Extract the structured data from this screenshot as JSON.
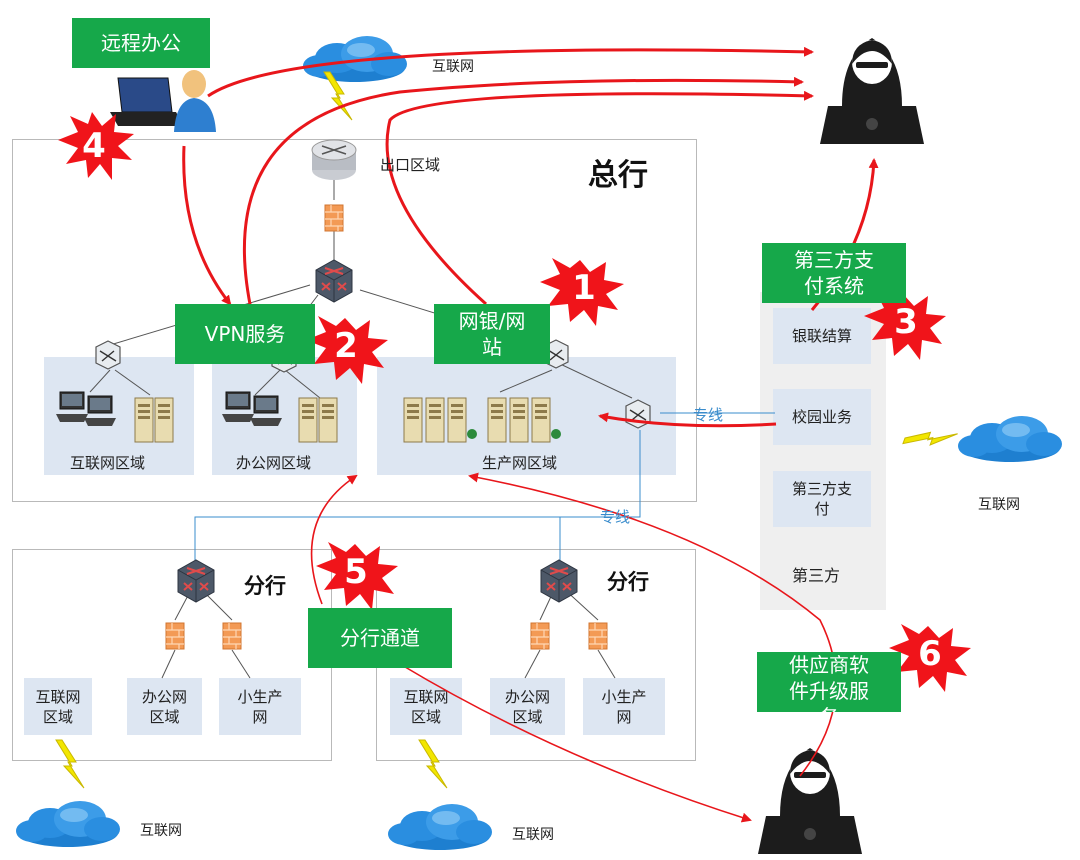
{
  "labels": {
    "remote_office": "远程办公",
    "internet": "互联网",
    "exit_zone": "出口区域",
    "headquarters": "总行",
    "vpn_service": "VPN服务",
    "ebank_site": "网银/网\n站",
    "internet_zone": "互联网区域",
    "office_zone": "办公网区域",
    "production_zone": "生产网区域",
    "dedicated_line": "专线",
    "branch": "分行",
    "branch_channel": "分行通道",
    "third_pay_system": "第三方支\n付系统",
    "unionpay": "银联结算",
    "campus": "校园业务",
    "third_pay": "第三方支\n付",
    "third_party": "第三方",
    "vendor_upgrade": "供应商软\n件升级服\n务",
    "branch_internet_zone": "互联网\n区域",
    "branch_office_zone": "办公网\n区域",
    "branch_small_prod": "小生产\n网"
  },
  "bursts": [
    "1",
    "2",
    "3",
    "4",
    "5",
    "6"
  ],
  "colors": {
    "attack_arrow": "#e8161b",
    "green_label": "#16a84a",
    "zone_fill": "#dde6f2",
    "link_blue": "#3a8ccc",
    "burst_red": "#f0141a"
  }
}
